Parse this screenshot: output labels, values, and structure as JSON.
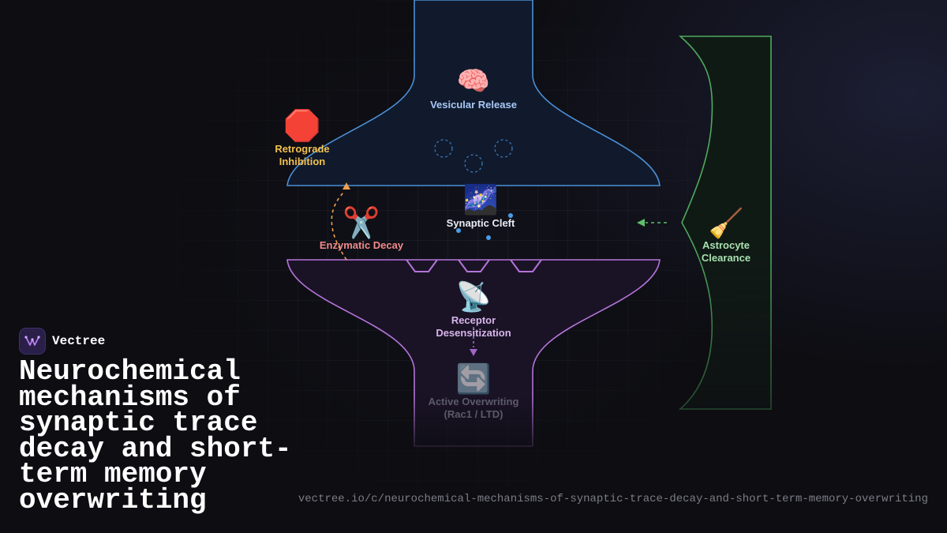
{
  "brand": {
    "name": "Vectree"
  },
  "title": "Neurochemical mechanisms of synaptic trace decay and short-term memory overwriting",
  "url": "vectree.io/c/neurochemical-mechanisms-of-synaptic-trace-decay-and-short-term-memory-overwriting",
  "diagram": {
    "nodes": {
      "vesicular_release": {
        "icon": "🧠",
        "icon_name": "brain-icon",
        "label": "Vesicular Release",
        "color": "#a9c8f5"
      },
      "retrograde": {
        "icon": "🛑",
        "icon_name": "stop-sign-icon",
        "line1": "Retrograde",
        "line2": "Inhibition",
        "color": "#f2c14e"
      },
      "synaptic_cleft": {
        "icon": "🌌",
        "icon_name": "milky-way-icon",
        "label": "Synaptic Cleft",
        "color": "#e8ecf5"
      },
      "enzymatic_decay": {
        "icon": "✂️",
        "icon_name": "scissors-icon",
        "label": "Enzymatic Decay",
        "color": "#f08a8a"
      },
      "astrocyte": {
        "icon": "🧹",
        "icon_name": "broom-icon",
        "line1": "Astrocyte",
        "line2": "Clearance",
        "color": "#a8e0b0"
      },
      "receptor": {
        "icon": "📡",
        "icon_name": "satellite-antenna-icon",
        "line1": "Receptor",
        "line2": "Desensitization",
        "color": "#d7b4ea"
      },
      "overwriting": {
        "icon": "🔄",
        "icon_name": "counterclockwise-arrows-icon",
        "line1": "Active Overwriting",
        "line2": "(Rac1 / LTD)",
        "color": "#8a8a98"
      }
    },
    "colors": {
      "presynaptic": "#4a8fd6",
      "postsynaptic": "#b574d9",
      "astrocyte": "#4faa5c",
      "retro_arrow": "#f0a04b",
      "astro_arrow": "#5fbf68",
      "receptor_arrow": "#a065c9"
    }
  }
}
